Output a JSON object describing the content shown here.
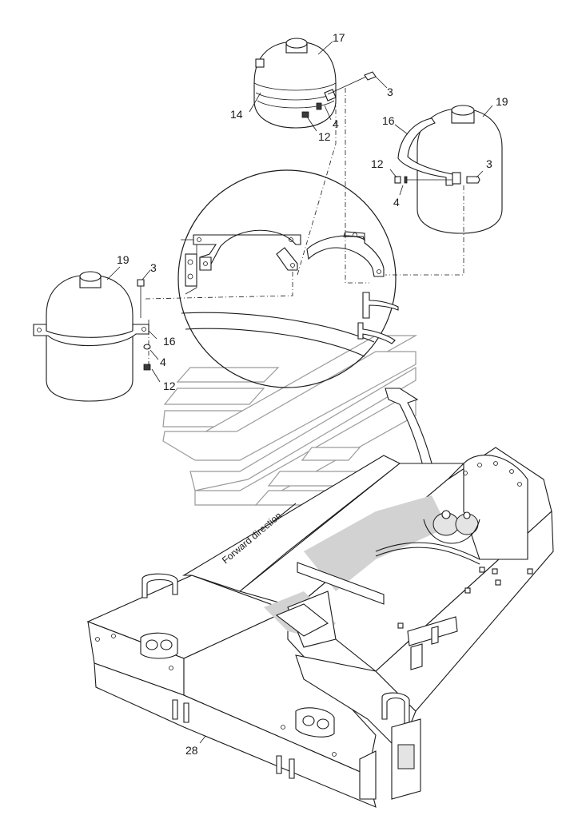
{
  "labels": {
    "l17": "17",
    "l3_top": "3",
    "l14": "14",
    "l4_top": "4",
    "l12_top": "12",
    "l19_right": "19",
    "l16_right": "16",
    "l12_right": "12",
    "l3_right": "3",
    "l4_right": "4",
    "l19_left": "19",
    "l3_left": "3",
    "l16_left": "16",
    "l4_left": "4",
    "l12_left": "12",
    "l28": "28"
  },
  "forward_direction": "Forward direction"
}
